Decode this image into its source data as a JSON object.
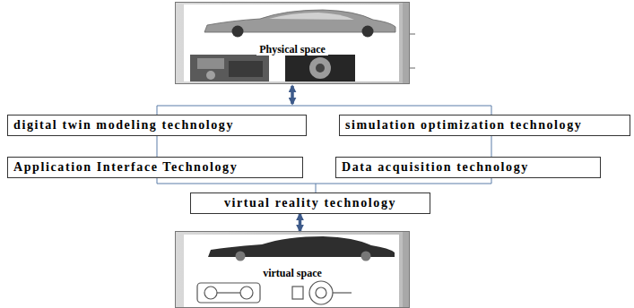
{
  "diagram": {
    "nodes": [
      {
        "text": [
          "Physical space"
        ]
      },
      {
        "text": [
          "digital twin modeling technology"
        ]
      },
      {
        "text": [
          "simulation optimization technology"
        ]
      },
      {
        "text": [
          "Application Interface Technology"
        ]
      },
      {
        "text": [
          "Data acquisition technology"
        ]
      },
      {
        "text": [
          "virtual reality technology"
        ]
      },
      {
        "text": [
          "virtual space"
        ]
      }
    ],
    "edges": [
      {
        "from": 5,
        "to": 6,
        "arrow": "both"
      }
    ]
  }
}
